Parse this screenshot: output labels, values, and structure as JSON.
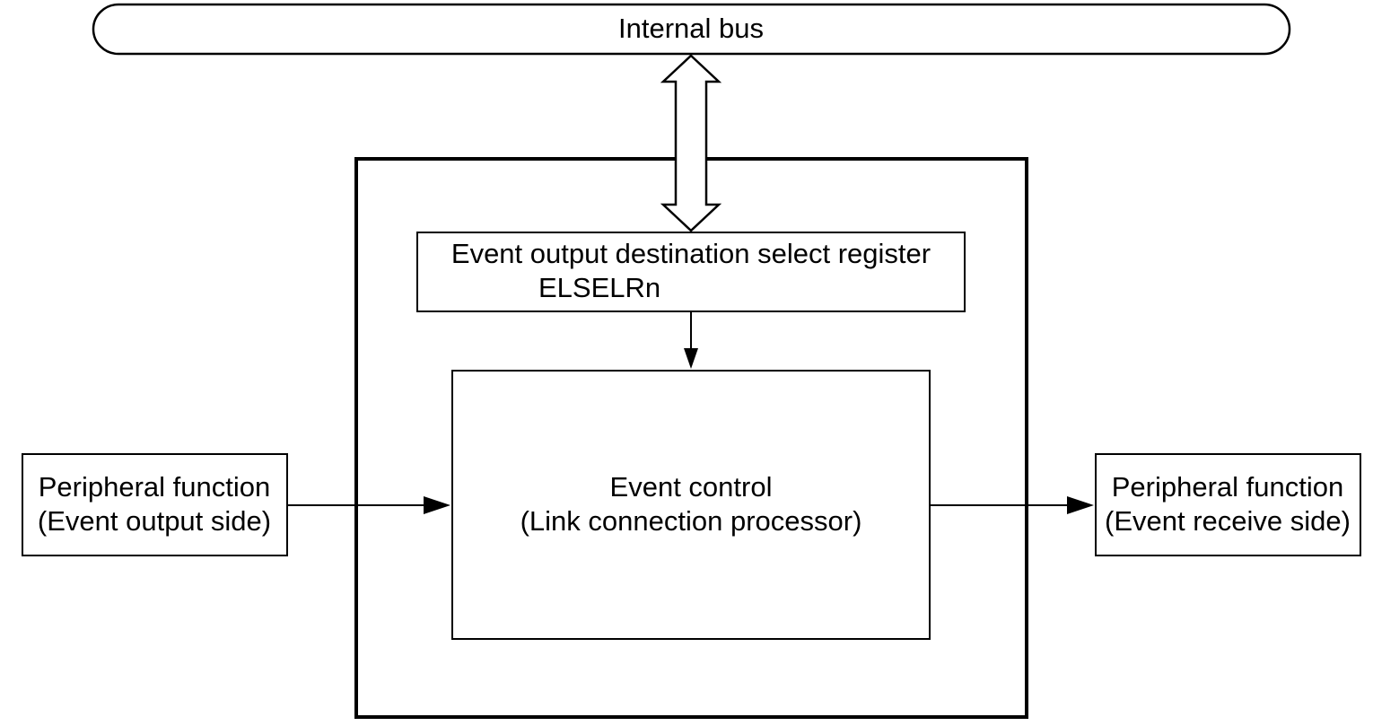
{
  "internal_bus": {
    "label": "Internal bus"
  },
  "elselr_block": {
    "line1": "Event output destination select register",
    "line2": "ELSELRn"
  },
  "event_control": {
    "line1": "Event control",
    "line2": "(Link connection processor)"
  },
  "peripheral_left": {
    "line1": "Peripheral function",
    "line2": "(Event output side)"
  },
  "peripheral_right": {
    "line1": "Peripheral function",
    "line2": "(Event receive side)"
  },
  "colors": {
    "stroke": "#000000",
    "background": "#ffffff"
  }
}
